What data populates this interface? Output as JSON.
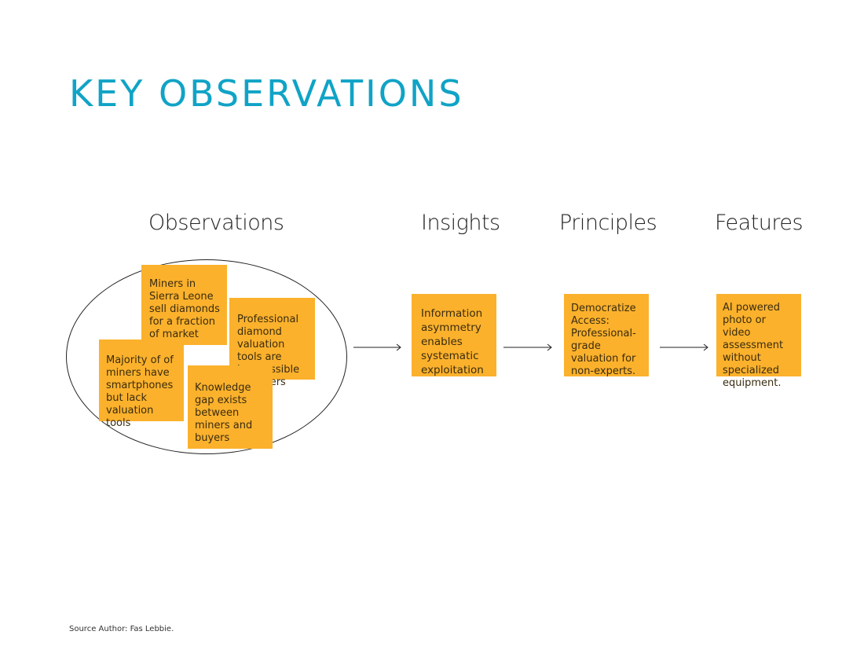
{
  "title": "KEY OBSERVATIONS",
  "columns": {
    "observations": "Observations",
    "insights": "Insights",
    "principles": "Principles",
    "features": "Features"
  },
  "observations": {
    "note1": "Miners in Sierra Leone sell diamonds for a fraction of market value",
    "note2": "Professional diamond valuation tools are inaccessible to miners",
    "note3": "Majority of of miners have smartphones but lack valuation tools",
    "note4": "Knowledge gap exists between miners and buyers"
  },
  "insight": "Information asymmetry enables systematic exploitation",
  "principle": "Democratize Access: Professional-grade valuation for non-experts.",
  "feature": "AI powered photo or video assessment without specialized equipment.",
  "source": "Source Author: Fas Lebbie.",
  "colors": {
    "title": "#10a3c6",
    "sticky_note": "#fbb12c"
  }
}
